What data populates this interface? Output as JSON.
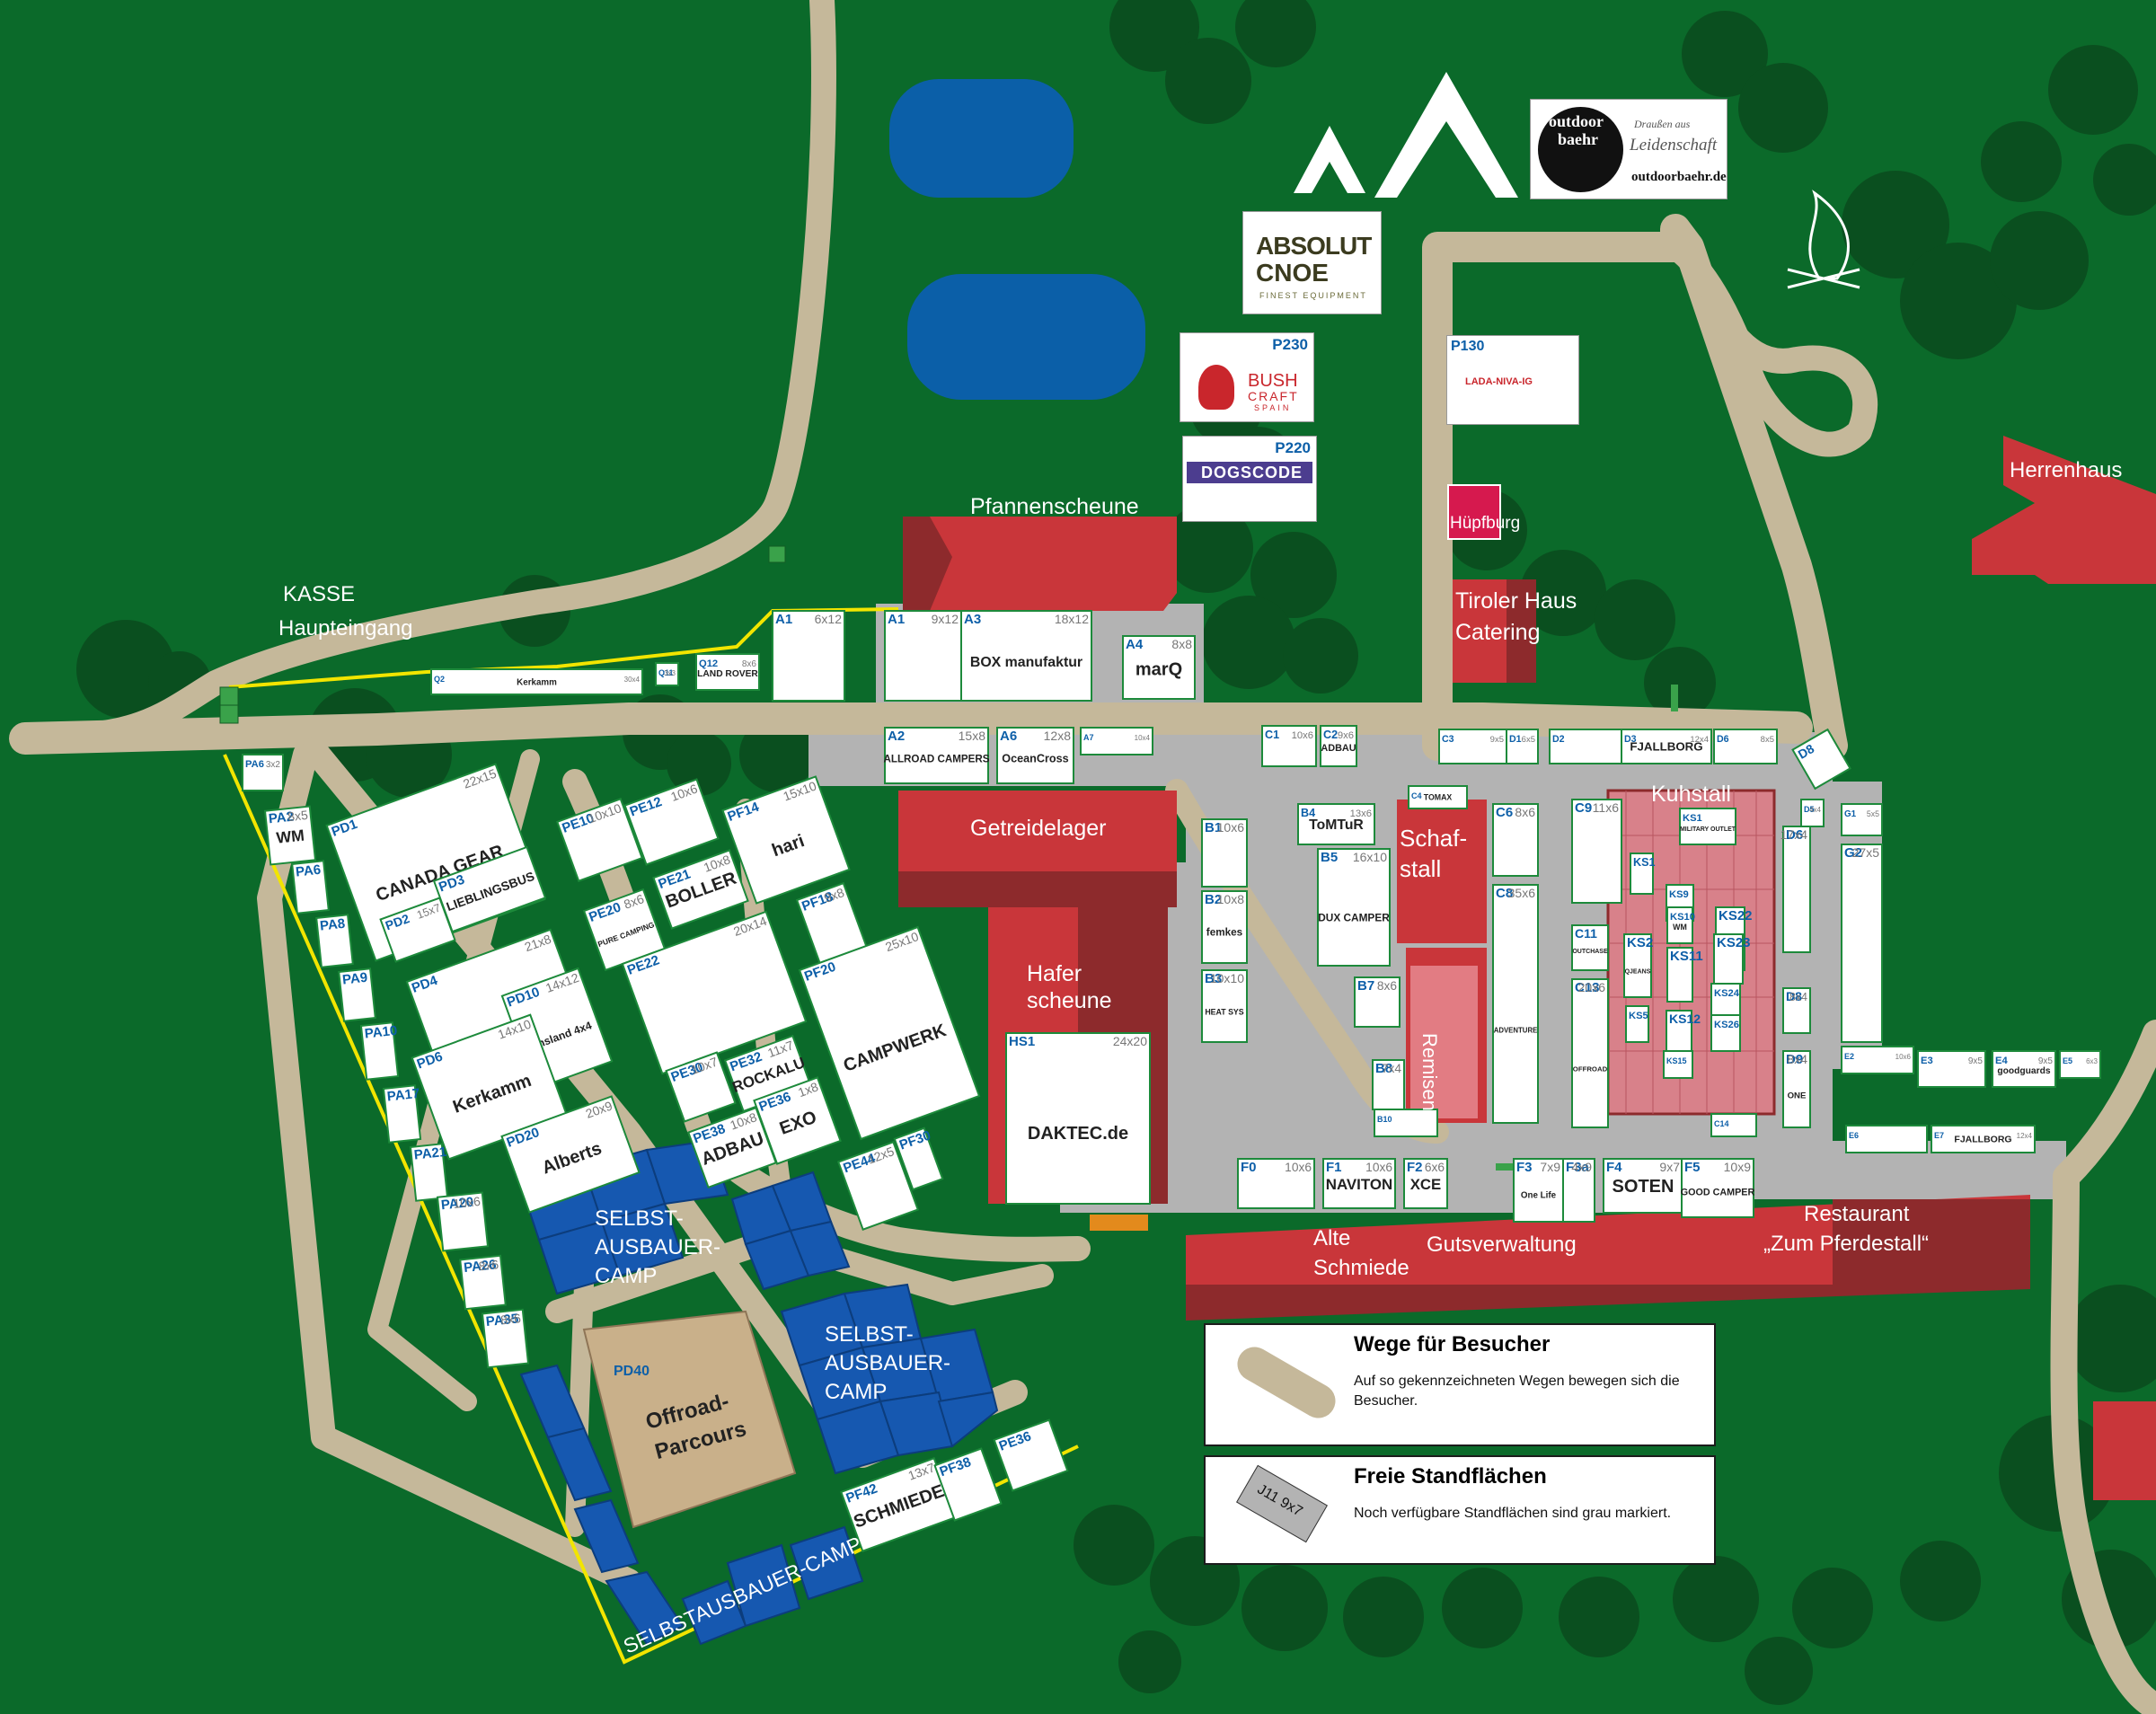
{
  "colors": {
    "grass": "#0b6a2a",
    "path": "#c5b89a",
    "yard": "#b3b3b3",
    "building": "#c9363a",
    "building_dark": "#8d2a2c",
    "water": "#0b5fa8",
    "tree": "#0a4f1f",
    "yellow_line": "#f2e500",
    "booth_border": "#1d8a3b",
    "booth_code": "#0d5fa8",
    "camp_blue": "#1658b0",
    "parcours": "#c9b08a"
  },
  "places": {
    "kasse": "KASSE",
    "haupteingang": "Haupteingang",
    "pfannenscheune": "Pfannenscheune",
    "getreidelager": "Getreidelager",
    "haferscheune_1": "Hafer",
    "haferscheune_2": "scheune",
    "schafstall_1": "Schaf-",
    "schafstall_2": "stall",
    "remisen": "Remisen",
    "kuhstall": "Kuhstall",
    "herrenhaus": "Herrenhaus",
    "tiroler_1": "Tiroler Haus",
    "tiroler_2": "Catering",
    "huepfburg": "Hüpfburg",
    "alte_schmiede_1": "Alte",
    "alte_schmiede_2": "Schmiede",
    "gutsverwaltung": "Gutsverwaltung",
    "restaurant_1": "Restaurant",
    "restaurant_2": "„Zum Pferdestall“",
    "camp1_1": "SELBST-",
    "camp1_2": "AUSBAUER-",
    "camp1_3": "CAMP",
    "camp2_1": "SELBST-",
    "camp2_2": "AUSBAUER-",
    "camp2_3": "CAMP",
    "camp3": "SELBSTAUSBAUER-CAMP",
    "parcours_1": "Offroad-",
    "parcours_2": "Parcours",
    "pd40": "PD40"
  },
  "logos": {
    "outdoorbaehr_1": "outdoor",
    "outdoorbaehr_2": "baehr",
    "outdoorbaehr_3": "Draußen aus",
    "outdoorbaehr_4": "Leidenschaft",
    "outdoorbaehr_5": "outdoorbaehr.de",
    "absolut_1": "ABSOLUT",
    "absolut_2": "CNOE",
    "absolut_3": "FINEST EQUIPMENT",
    "p230": "P230",
    "bushcraft_1": "BUSH",
    "bushcraft_2": "CRAFT",
    "bushcraft_3": "SPAIN",
    "p220": "P220",
    "dogscode": "DOGSCODE",
    "p130": "P130",
    "lada": "LADA-NIVA-IG"
  },
  "booths": [
    {
      "code": "Q2",
      "size": "30x4",
      "logo": "Kerkamm"
    },
    {
      "code": "Q11",
      "size": "3x3",
      "logo": ""
    },
    {
      "code": "Q12",
      "size": "8x6",
      "logo": "LAND ROVER"
    },
    {
      "code": "A1",
      "size": "6x12",
      "logo": ""
    },
    {
      "code": "A1",
      "size": "9x12",
      "logo": ""
    },
    {
      "code": "A3",
      "size": "18x12",
      "logo": "BOX manufaktur"
    },
    {
      "code": "A4",
      "size": "8x8",
      "logo": "marQ"
    },
    {
      "code": "A2",
      "size": "15x8",
      "logo": "ALLROAD CAMPERS"
    },
    {
      "code": "A6",
      "size": "12x8",
      "logo": "OceanCross"
    },
    {
      "code": "A7",
      "size": "10x4",
      "logo": ""
    },
    {
      "code": "PA6",
      "size": "3x2",
      "logo": ""
    },
    {
      "code": "PA2",
      "size": "8x5",
      "logo": "WM"
    },
    {
      "code": "PA6",
      "size": "",
      "logo": ""
    },
    {
      "code": "PA8",
      "size": "",
      "logo": ""
    },
    {
      "code": "PA9",
      "size": "",
      "logo": ""
    },
    {
      "code": "PA10",
      "size": "",
      "logo": ""
    },
    {
      "code": "PA17",
      "size": "",
      "logo": ""
    },
    {
      "code": "PA21",
      "size": "",
      "logo": ""
    },
    {
      "code": "PA20",
      "size": "10x6",
      "logo": ""
    },
    {
      "code": "PA26",
      "size": "8x6",
      "logo": ""
    },
    {
      "code": "PA35",
      "size": "8x6",
      "logo": ""
    },
    {
      "code": "PD1",
      "size": "22x15",
      "logo": "CANADA GEAR"
    },
    {
      "code": "PD3",
      "size": "",
      "logo": "LIEBLINGSBUS"
    },
    {
      "code": "PD2",
      "size": "15x7",
      "logo": ""
    },
    {
      "code": "PE10",
      "size": "10x10",
      "logo": ""
    },
    {
      "code": "PE12",
      "size": "10x6",
      "logo": ""
    },
    {
      "code": "PF14",
      "size": "15x10",
      "logo": "hari"
    },
    {
      "code": "PF18",
      "size": "9x8",
      "logo": ""
    },
    {
      "code": "PE21",
      "size": "10x8",
      "logo": "BOLLER"
    },
    {
      "code": "PE20",
      "size": "8x6",
      "logo": "PURE CAMPING"
    },
    {
      "code": "PE22",
      "size": "20x14",
      "logo": ""
    },
    {
      "code": "PF20",
      "size": "25x10",
      "logo": "CAMPWERK"
    },
    {
      "code": "PD4",
      "size": "21x8",
      "logo": ""
    },
    {
      "code": "PD10",
      "size": "14x12",
      "logo": "Emsland 4x4"
    },
    {
      "code": "PD6",
      "size": "14x10",
      "logo": "Kerkamm"
    },
    {
      "code": "PE30",
      "size": "10x7",
      "logo": ""
    },
    {
      "code": "PE32",
      "size": "11x7",
      "logo": "ROCKALU"
    },
    {
      "code": "PE36",
      "size": "1x8",
      "logo": "EXO"
    },
    {
      "code": "PE38",
      "size": "10x8",
      "logo": "ADBAU"
    },
    {
      "code": "PD20",
      "size": "20x9",
      "logo": "Alberts"
    },
    {
      "code": "PE44",
      "size": "12x5",
      "logo": ""
    },
    {
      "code": "PF30",
      "size": "",
      "logo": ""
    },
    {
      "code": "PF42",
      "size": "13x7",
      "logo": "SCHMIEDE"
    },
    {
      "code": "PF38",
      "size": "",
      "logo": ""
    },
    {
      "code": "PE36",
      "size": "",
      "logo": ""
    },
    {
      "code": "HS1",
      "size": "24x20",
      "logo": "DAKTEC.de"
    },
    {
      "code": "B1",
      "size": "10x6",
      "logo": ""
    },
    {
      "code": "B2",
      "size": "10x8",
      "logo": "femkes"
    },
    {
      "code": "B3",
      "size": "10x10",
      "logo": "HEAT SYS"
    },
    {
      "code": "B4",
      "size": "13x6",
      "logo": "ToMTuR"
    },
    {
      "code": "B5",
      "size": "16x10",
      "logo": "DUX CAMPER"
    },
    {
      "code": "B7",
      "size": "8x6",
      "logo": ""
    },
    {
      "code": "B8",
      "size": "7x4",
      "logo": ""
    },
    {
      "code": "B10",
      "size": "",
      "logo": ""
    },
    {
      "code": "C1",
      "size": "10x6",
      "logo": ""
    },
    {
      "code": "C2",
      "size": "9x6",
      "logo": "ADBAU"
    },
    {
      "code": "C3",
      "size": "9x5",
      "logo": ""
    },
    {
      "code": "D1",
      "size": "6x5",
      "logo": ""
    },
    {
      "code": "D2",
      "size": "",
      "logo": ""
    },
    {
      "code": "D3",
      "size": "12x4",
      "logo": "FJALLBORG"
    },
    {
      "code": "D6",
      "size": "8x5",
      "logo": ""
    },
    {
      "code": "D8",
      "size": "",
      "logo": ""
    },
    {
      "code": "C4",
      "size": "",
      "logo": "TOMAX"
    },
    {
      "code": "C6",
      "size": "8x6",
      "logo": ""
    },
    {
      "code": "C8",
      "size": "35x6",
      "logo": "ADVENTURE"
    },
    {
      "code": "C9",
      "size": "11x6",
      "logo": ""
    },
    {
      "code": "C11",
      "size": "",
      "logo": "OUTCHASE"
    },
    {
      "code": "C13",
      "size": "20x6",
      "logo": "OFFROAD"
    },
    {
      "code": "C14",
      "size": "",
      "logo": ""
    },
    {
      "code": "D5",
      "size": "4x4",
      "logo": ""
    },
    {
      "code": "D6",
      "size": "17x4",
      "logo": ""
    },
    {
      "code": "D8",
      "size": "8x4",
      "logo": ""
    },
    {
      "code": "D9",
      "size": "8x4",
      "logo": "ONE"
    },
    {
      "code": "G1",
      "size": "5x5",
      "logo": ""
    },
    {
      "code": "G2",
      "size": "27x5",
      "logo": ""
    },
    {
      "code": "E2",
      "size": "10x6",
      "logo": ""
    },
    {
      "code": "E3",
      "size": "9x5",
      "logo": ""
    },
    {
      "code": "E4",
      "size": "9x5",
      "logo": "goodguards"
    },
    {
      "code": "E5",
      "size": "6x3",
      "logo": ""
    },
    {
      "code": "E6",
      "size": "",
      "logo": ""
    },
    {
      "code": "E7",
      "size": "12x4",
      "logo": "FJALLBORG"
    },
    {
      "code": "F0",
      "size": "10x6",
      "logo": ""
    },
    {
      "code": "F1",
      "size": "10x6",
      "logo": "NAVITON"
    },
    {
      "code": "F2",
      "size": "6x6",
      "logo": "XCE"
    },
    {
      "code": "F3",
      "size": "7x9",
      "logo": "One Life"
    },
    {
      "code": "F3a",
      "size": "4x9",
      "logo": ""
    },
    {
      "code": "F4",
      "size": "9x7",
      "logo": "SOTEN"
    },
    {
      "code": "F5",
      "size": "10x9",
      "logo": "GOOD CAMPER"
    },
    {
      "code": "KS1",
      "size": "",
      "logo": ""
    },
    {
      "code": "KS2",
      "size": "",
      "logo": "QJEANS"
    },
    {
      "code": "KS5",
      "size": "",
      "logo": ""
    },
    {
      "code": "KS9",
      "size": "",
      "logo": ""
    },
    {
      "code": "KS10",
      "size": "",
      "logo": "WM"
    },
    {
      "code": "KS11",
      "size": "",
      "logo": ""
    },
    {
      "code": "KS12",
      "size": "",
      "logo": ""
    },
    {
      "code": "KS15",
      "size": "",
      "logo": ""
    },
    {
      "code": "KS22",
      "size": "",
      "logo": ""
    },
    {
      "code": "KS23",
      "size": "",
      "logo": ""
    },
    {
      "code": "KS24",
      "size": "",
      "logo": ""
    },
    {
      "code": "KS26",
      "size": "",
      "logo": ""
    },
    {
      "code": "KS1",
      "size": "",
      "logo": "MILITARY OUTLET"
    }
  ],
  "legend": {
    "paths_title": "Wege für Besucher",
    "paths_text": "Auf so gekennzeichneten Wegen bewegen sich die Besucher.",
    "free_title": "Freie Standflächen",
    "free_text": "Noch verfügbare Standflächen sind grau markiert.",
    "free_example": "J11 9x7"
  }
}
